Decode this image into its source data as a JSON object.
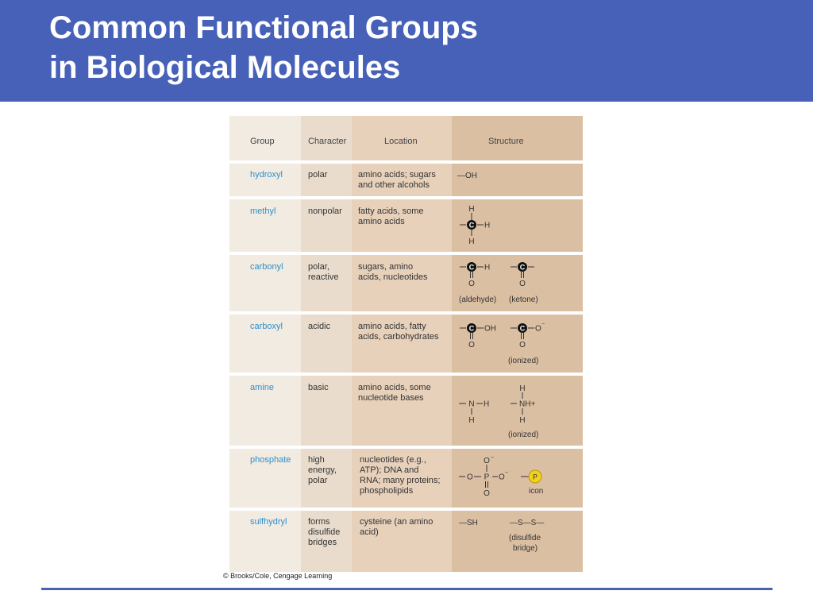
{
  "slide": {
    "title_line1": "Common Functional Groups",
    "title_line2": "in Biological Molecules"
  },
  "table": {
    "headers": {
      "group": "Group",
      "character": "Character",
      "location": "Location",
      "structure": "Structure"
    },
    "rows": [
      {
        "group": "hydroxyl",
        "character": [
          "polar"
        ],
        "location": [
          "amino acids; sugars",
          "and other alcohols"
        ]
      },
      {
        "group": "methyl",
        "character": [
          "nonpolar"
        ],
        "location": [
          "fatty acids, some",
          "amino acids"
        ]
      },
      {
        "group": "carbonyl",
        "character": [
          "polar,",
          "reactive"
        ],
        "location": [
          "sugars, amino",
          "acids, nucleotides"
        ]
      },
      {
        "group": "carboxyl",
        "character": [
          "acidic"
        ],
        "location": [
          "amino acids, fatty",
          "acids, carbohydrates"
        ]
      },
      {
        "group": "amine",
        "character": [
          "basic"
        ],
        "location": [
          "amino acids, some",
          "nucleotide bases"
        ]
      },
      {
        "group": "phosphate",
        "character": [
          "high",
          "energy,",
          "polar"
        ],
        "location": [
          "nucleotides (e.g.,",
          "ATP); DNA and",
          "RNA; many proteins;",
          "phospholipids"
        ]
      },
      {
        "group": "sulfhydryl",
        "character": [
          "forms",
          "disulfide",
          "bridges"
        ],
        "location": [
          "cysteine (an amino",
          "acid)"
        ]
      }
    ],
    "structure_labels": {
      "hydroxyl": "—OH",
      "aldehyde": "(aldehyde)",
      "ketone": "(ketone)",
      "ionized": "(ionized)",
      "icon": "icon",
      "sulfhydryl": "—SH",
      "disulfide": "—S—S—",
      "disulfide_caption": [
        "(disulfide",
        "bridge)"
      ]
    }
  },
  "credit": "© Brooks/Cole, Cengage Learning",
  "colors": {
    "header_bar": "#4661b7",
    "group_text": "#2f8fca",
    "col_group_bg": "#f1ebe2",
    "col_character_bg": "#e9dccd",
    "col_location_bg": "#e7d1bb",
    "col_structure_bg": "#dbbfa3",
    "phosphate_icon": "#f2d21b"
  }
}
